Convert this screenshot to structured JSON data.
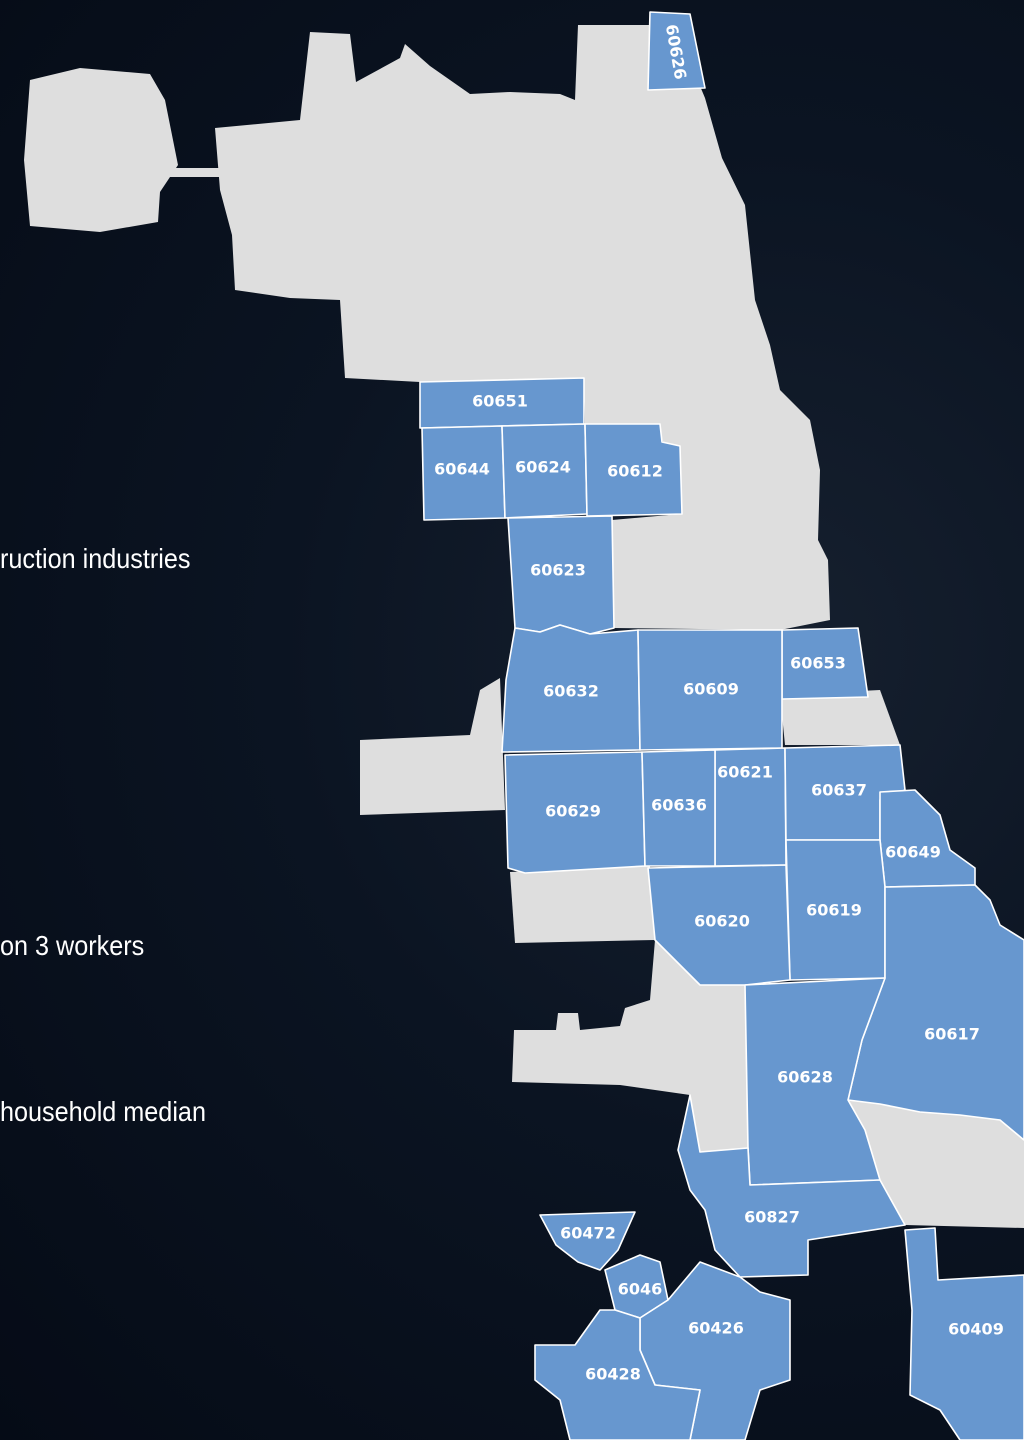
{
  "side_text": [
    "ruction industries",
    "on 3 workers",
    "household median"
  ],
  "zip_labels": {
    "z60626": "60626",
    "z60651": "60651",
    "z60644": "60644",
    "z60624": "60624",
    "z60612": "60612",
    "z60623": "60623",
    "z60653": "60653",
    "z60632": "60632",
    "z60609": "60609",
    "z60621": "60621",
    "z60637": "60637",
    "z60629": "60629",
    "z60636": "60636",
    "z60649": "60649",
    "z60619": "60619",
    "z60620": "60620",
    "z60617": "60617",
    "z60628": "60628",
    "z60827": "60827",
    "z60472": "60472",
    "z60469": "6046",
    "z60426": "60426",
    "z60409": "60409",
    "z60428": "60428"
  },
  "colors": {
    "highlighted_zip": "#6797cf",
    "base_area": "#dedede",
    "background": "#0b1422"
  }
}
